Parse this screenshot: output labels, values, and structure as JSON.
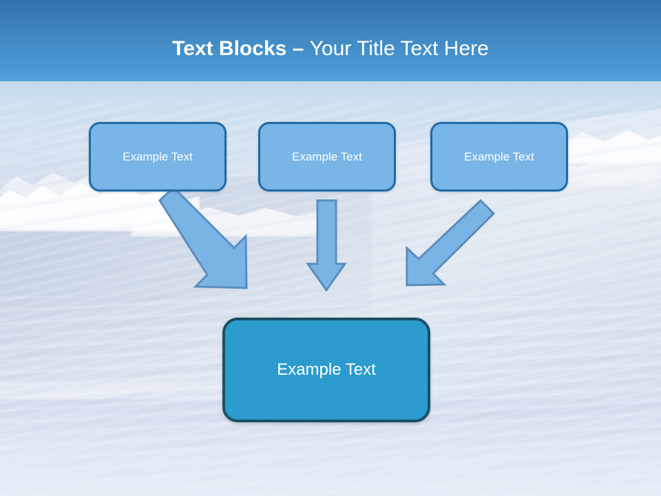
{
  "slide": {
    "title": {
      "bold_part": "Text Blocks ",
      "separator": "– ",
      "regular_part": "Your Title Text Here",
      "full_text": "Text Blocks – Your Title Text Here",
      "color": "#ffffff"
    },
    "background": {
      "theme": "ocean-wave-photo",
      "sky_top_color": "#3173ab",
      "sky_bottom_color": "#4d9bd6",
      "water_color": "#d2dcea",
      "foam_color": "#ffffff"
    },
    "top_boxes": [
      {
        "label": "Example Text",
        "fill": "#79b5e6",
        "border": "#1f6aa5"
      },
      {
        "label": "Example Text",
        "fill": "#79b5e6",
        "border": "#1f6aa5"
      },
      {
        "label": "Example Text",
        "fill": "#79b5e6",
        "border": "#1f6aa5"
      }
    ],
    "bottom_box": {
      "label": "Example Text",
      "fill": "#2c9bcd",
      "border": "#1c4f63"
    },
    "arrows": [
      {
        "name": "arrow-left-diagonal",
        "direction": "down-right",
        "fill": "#79b4e4",
        "stroke": "#5b8cbf"
      },
      {
        "name": "arrow-middle-vertical",
        "direction": "down",
        "fill": "#79b4e4",
        "stroke": "#5b8cbf"
      },
      {
        "name": "arrow-right-diagonal",
        "direction": "down-left",
        "fill": "#79b4e4",
        "stroke": "#5b8cbf"
      }
    ]
  }
}
